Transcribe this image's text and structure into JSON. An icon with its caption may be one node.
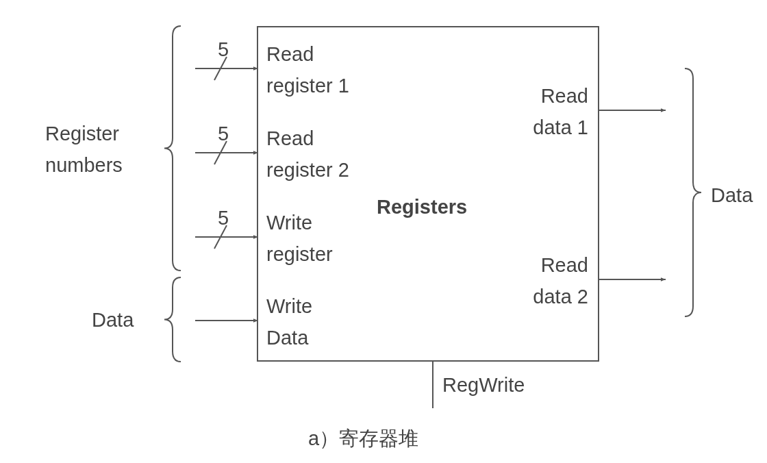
{
  "diagram": {
    "caption": "a）寄存器堆",
    "nodes": [
      {
        "text": [
          "Registers"
        ]
      },
      {
        "text": [
          "Read register 1"
        ],
        "in": 0
      },
      {
        "text": [
          "Read register 2"
        ],
        "in": 0
      },
      {
        "text": [
          "Write register"
        ],
        "in": 0
      },
      {
        "text": [
          "Write Data"
        ],
        "in": 0
      },
      {
        "text": [
          "Read data 1"
        ],
        "in": 0
      },
      {
        "text": [
          "Read data 2"
        ],
        "in": 0
      }
    ],
    "edges": [
      {
        "from": null,
        "to": 1,
        "arrow": "to",
        "label": "5"
      },
      {
        "from": null,
        "to": 2,
        "arrow": "to",
        "label": "5"
      },
      {
        "from": null,
        "to": 3,
        "arrow": "to",
        "label": "5"
      },
      {
        "from": null,
        "to": 4,
        "arrow": "to"
      },
      {
        "from": 5,
        "to": null,
        "arrow": "to"
      },
      {
        "from": 6,
        "to": null,
        "arrow": "to"
      },
      {
        "from": 0,
        "to": null,
        "arrow": "none",
        "label": "RegWrite"
      }
    ],
    "labels": [
      "Register numbers",
      "Data",
      "Data"
    ]
  }
}
